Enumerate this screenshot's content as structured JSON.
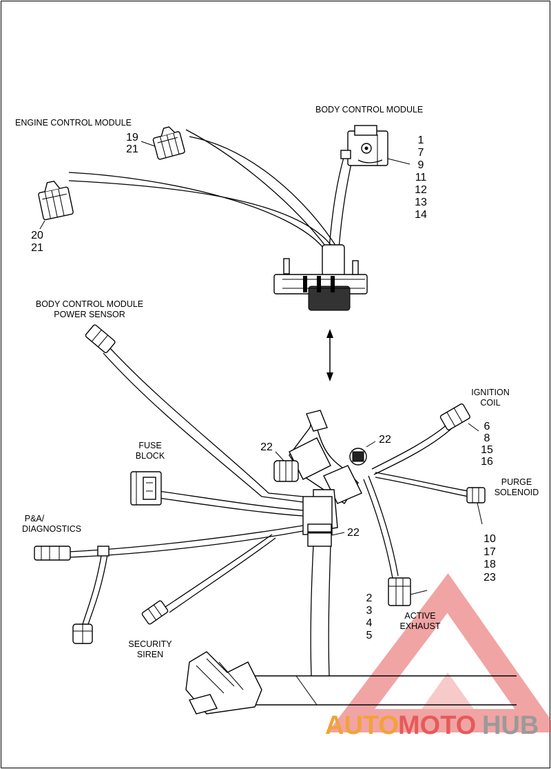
{
  "labels": {
    "ecm": "ENGINE CONTROL MODULE",
    "bcm": "BODY CONTROL MODULE",
    "bcm_power_line1": "BODY CONTROL MODULE",
    "bcm_power_line2": "POWER SENSOR",
    "ignition_line1": "IGNITION",
    "ignition_line2": "COIL",
    "fuse_line1": "FUSE",
    "fuse_line2": "BLOCK",
    "purge_line1": "PURGE",
    "purge_line2": "SOLENOID",
    "pa_line1": "P&A/",
    "pa_line2": "DIAGNOSTICS",
    "active_line1": "ACTIVE",
    "active_line2": "EXHAUST",
    "siren_line1": "SECURITY",
    "siren_line2": "SIREN"
  },
  "callouts": {
    "ecm_upper": [
      "19",
      "21"
    ],
    "ecm_lower": [
      "20",
      "21"
    ],
    "bcm": [
      "1",
      "7",
      "9",
      "11",
      "12",
      "13",
      "14"
    ],
    "ignition": [
      "6",
      "8",
      "15",
      "16"
    ],
    "purge": [
      "10",
      "17",
      "18",
      "23"
    ],
    "active_exhaust": [
      "2",
      "3",
      "4",
      "5"
    ],
    "clip_left": "22",
    "clip_right": "22",
    "clip_bottom": "22"
  },
  "watermark": {
    "part1": "AUTO",
    "part2": "MOTO",
    "part3": "HUB",
    "color_orange": "#f2a23a",
    "color_red": "#e65a5a",
    "color_gray": "#9a9a9a"
  }
}
